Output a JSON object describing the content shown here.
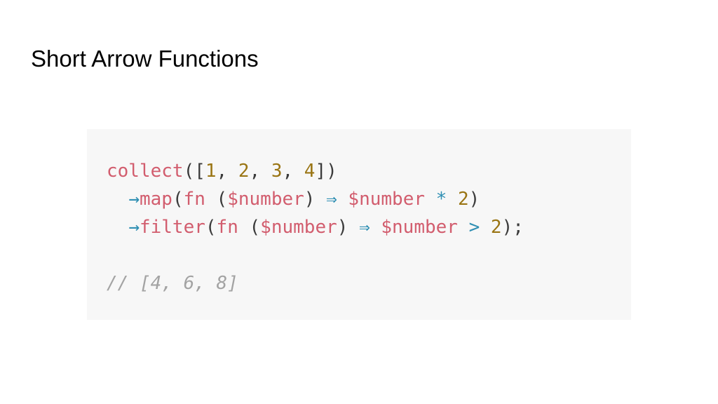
{
  "slide": {
    "title": "Short Arrow Functions"
  },
  "code": {
    "lines": [
      [
        {
          "text": "collect",
          "kind": "func"
        },
        {
          "text": "([",
          "kind": "punct"
        },
        {
          "text": "1",
          "kind": "number"
        },
        {
          "text": ", ",
          "kind": "punct"
        },
        {
          "text": "2",
          "kind": "number"
        },
        {
          "text": ", ",
          "kind": "punct"
        },
        {
          "text": "3",
          "kind": "number"
        },
        {
          "text": ", ",
          "kind": "punct"
        },
        {
          "text": "4",
          "kind": "number"
        },
        {
          "text": "])",
          "kind": "punct"
        }
      ],
      [
        {
          "text": "  ",
          "kind": "space"
        },
        {
          "text": "→",
          "kind": "operator"
        },
        {
          "text": "map",
          "kind": "func"
        },
        {
          "text": "(",
          "kind": "punct"
        },
        {
          "text": "fn",
          "kind": "func"
        },
        {
          "text": " (",
          "kind": "punct"
        },
        {
          "text": "$number",
          "kind": "variable"
        },
        {
          "text": ") ",
          "kind": "punct"
        },
        {
          "text": "⇒",
          "kind": "operator"
        },
        {
          "text": " ",
          "kind": "space"
        },
        {
          "text": "$number",
          "kind": "variable"
        },
        {
          "text": " ",
          "kind": "space"
        },
        {
          "text": "*",
          "kind": "operator"
        },
        {
          "text": " ",
          "kind": "space"
        },
        {
          "text": "2",
          "kind": "number"
        },
        {
          "text": ")",
          "kind": "punct"
        }
      ],
      [
        {
          "text": "  ",
          "kind": "space"
        },
        {
          "text": "→",
          "kind": "operator"
        },
        {
          "text": "filter",
          "kind": "func"
        },
        {
          "text": "(",
          "kind": "punct"
        },
        {
          "text": "fn",
          "kind": "func"
        },
        {
          "text": " (",
          "kind": "punct"
        },
        {
          "text": "$number",
          "kind": "variable"
        },
        {
          "text": ") ",
          "kind": "punct"
        },
        {
          "text": "⇒",
          "kind": "operator"
        },
        {
          "text": " ",
          "kind": "space"
        },
        {
          "text": "$number",
          "kind": "variable"
        },
        {
          "text": " ",
          "kind": "space"
        },
        {
          "text": ">",
          "kind": "operator"
        },
        {
          "text": " ",
          "kind": "space"
        },
        {
          "text": "2",
          "kind": "number"
        },
        {
          "text": ");",
          "kind": "punct"
        }
      ],
      [],
      [
        {
          "text": "// [4, 6, 8]",
          "kind": "comment"
        }
      ]
    ]
  },
  "colors": {
    "background": "#ffffff",
    "code_background": "#f7f7f7",
    "title": "#000000",
    "func": "#d25d6e",
    "variable": "#d25d6e",
    "number": "#9a7514",
    "operator": "#2f8fb3",
    "punct": "#3b3b3b",
    "space": "#3b3b3b",
    "comment": "#a3a3a3"
  }
}
